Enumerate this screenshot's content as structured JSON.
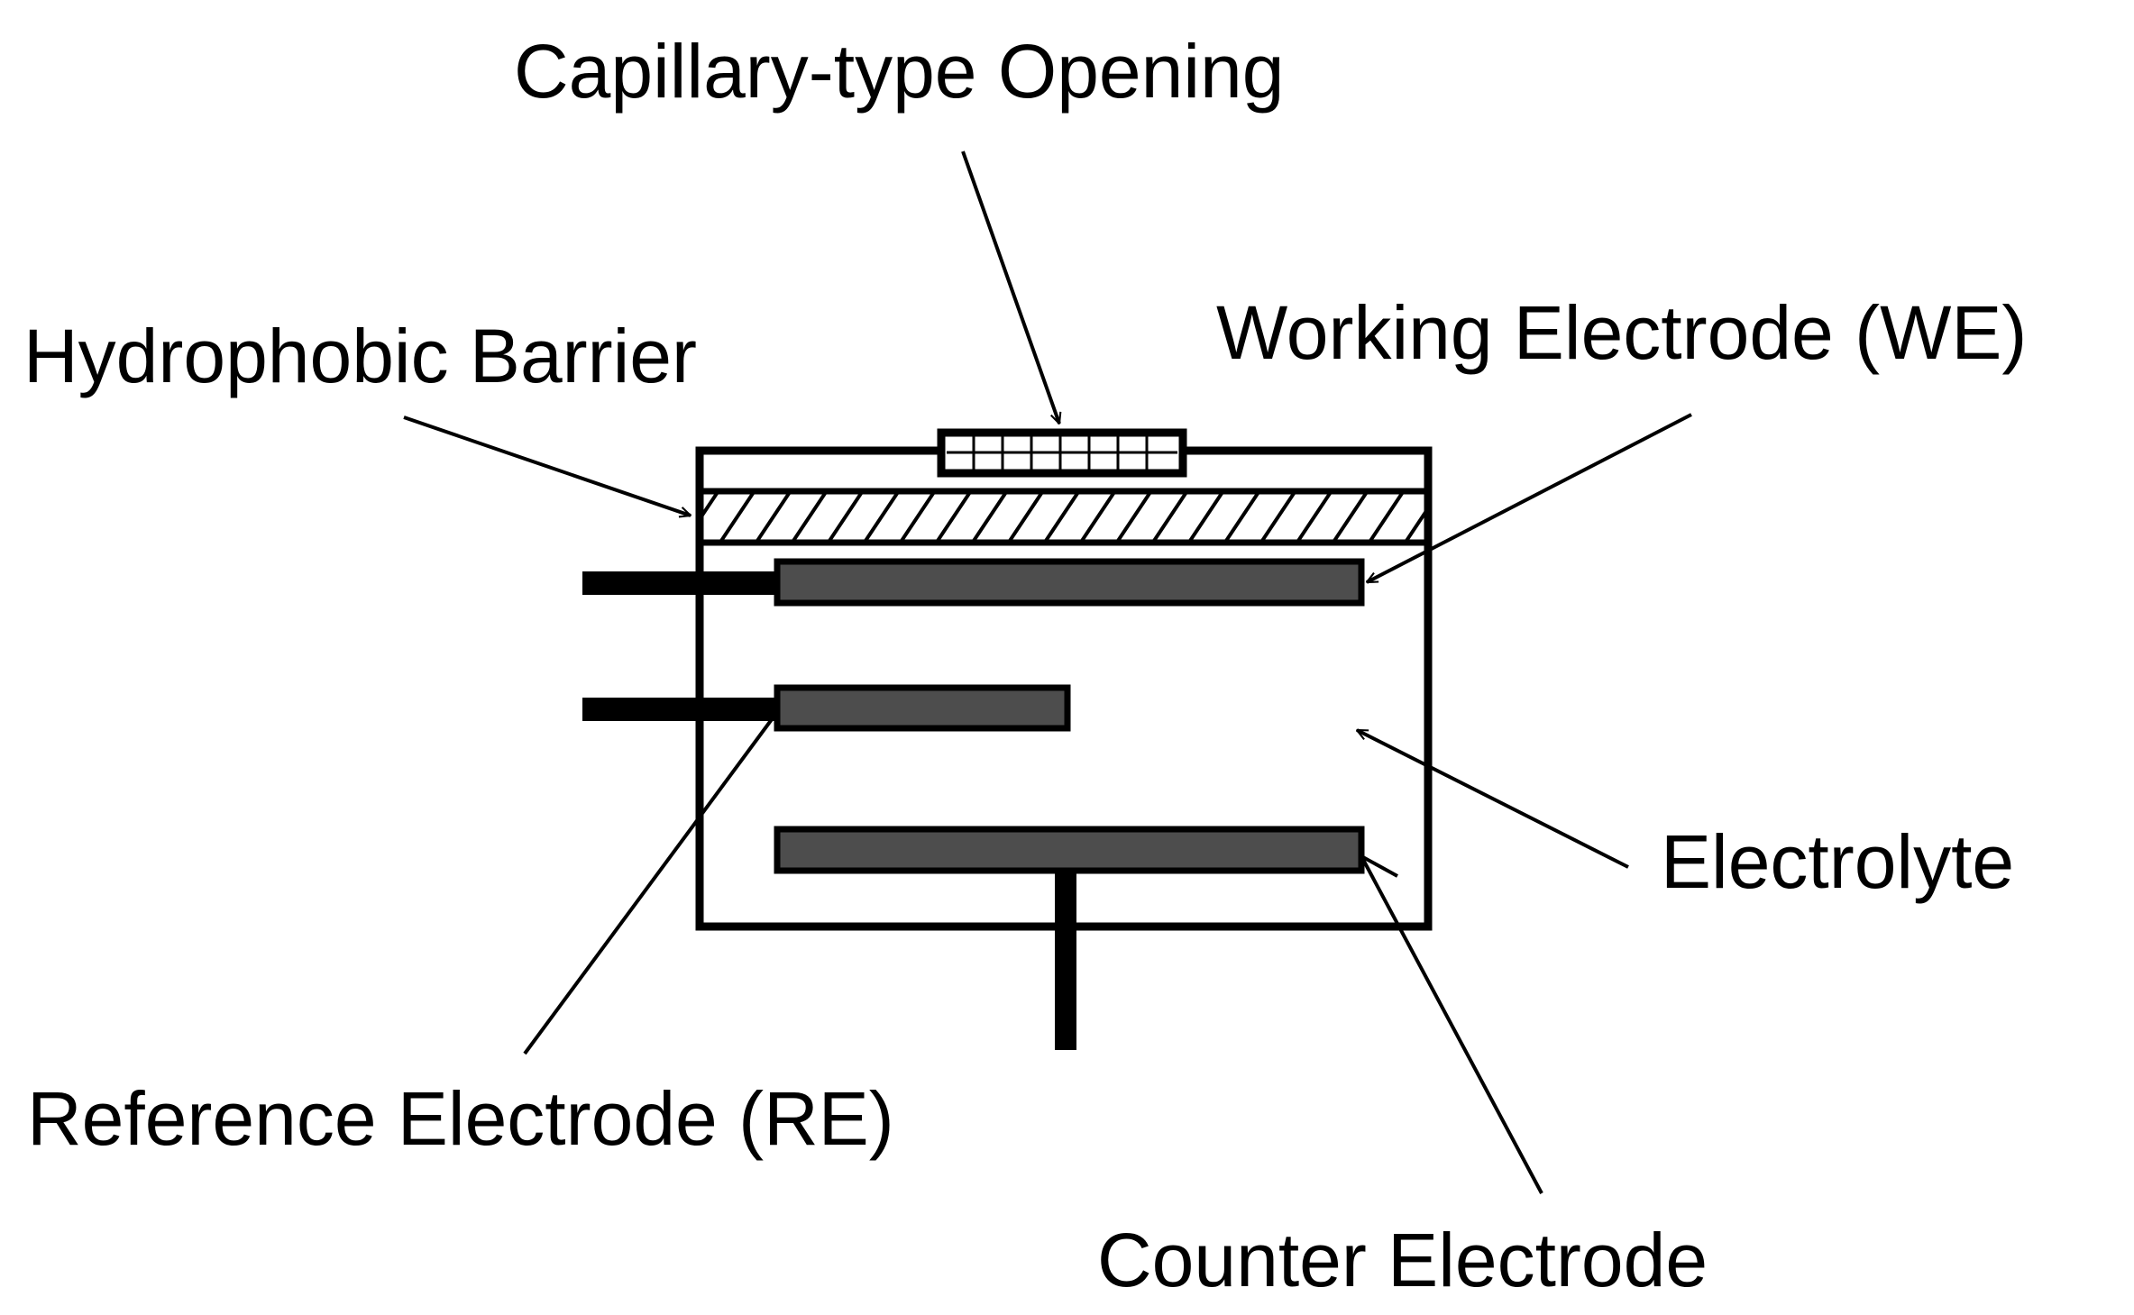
{
  "labels": {
    "capillary_opening": "Capillary-type Opening",
    "hydrophobic_barrier": "Hydrophobic Barrier",
    "working_electrode": "Working Electrode (WE)",
    "electrolyte": "Electrolyte",
    "reference_electrode": "Reference Electrode (RE)",
    "counter_electrode": "Counter Electrode"
  },
  "colors": {
    "stroke": "#000000",
    "electrode_fill": "#4d4d4d",
    "background": "#ffffff"
  }
}
